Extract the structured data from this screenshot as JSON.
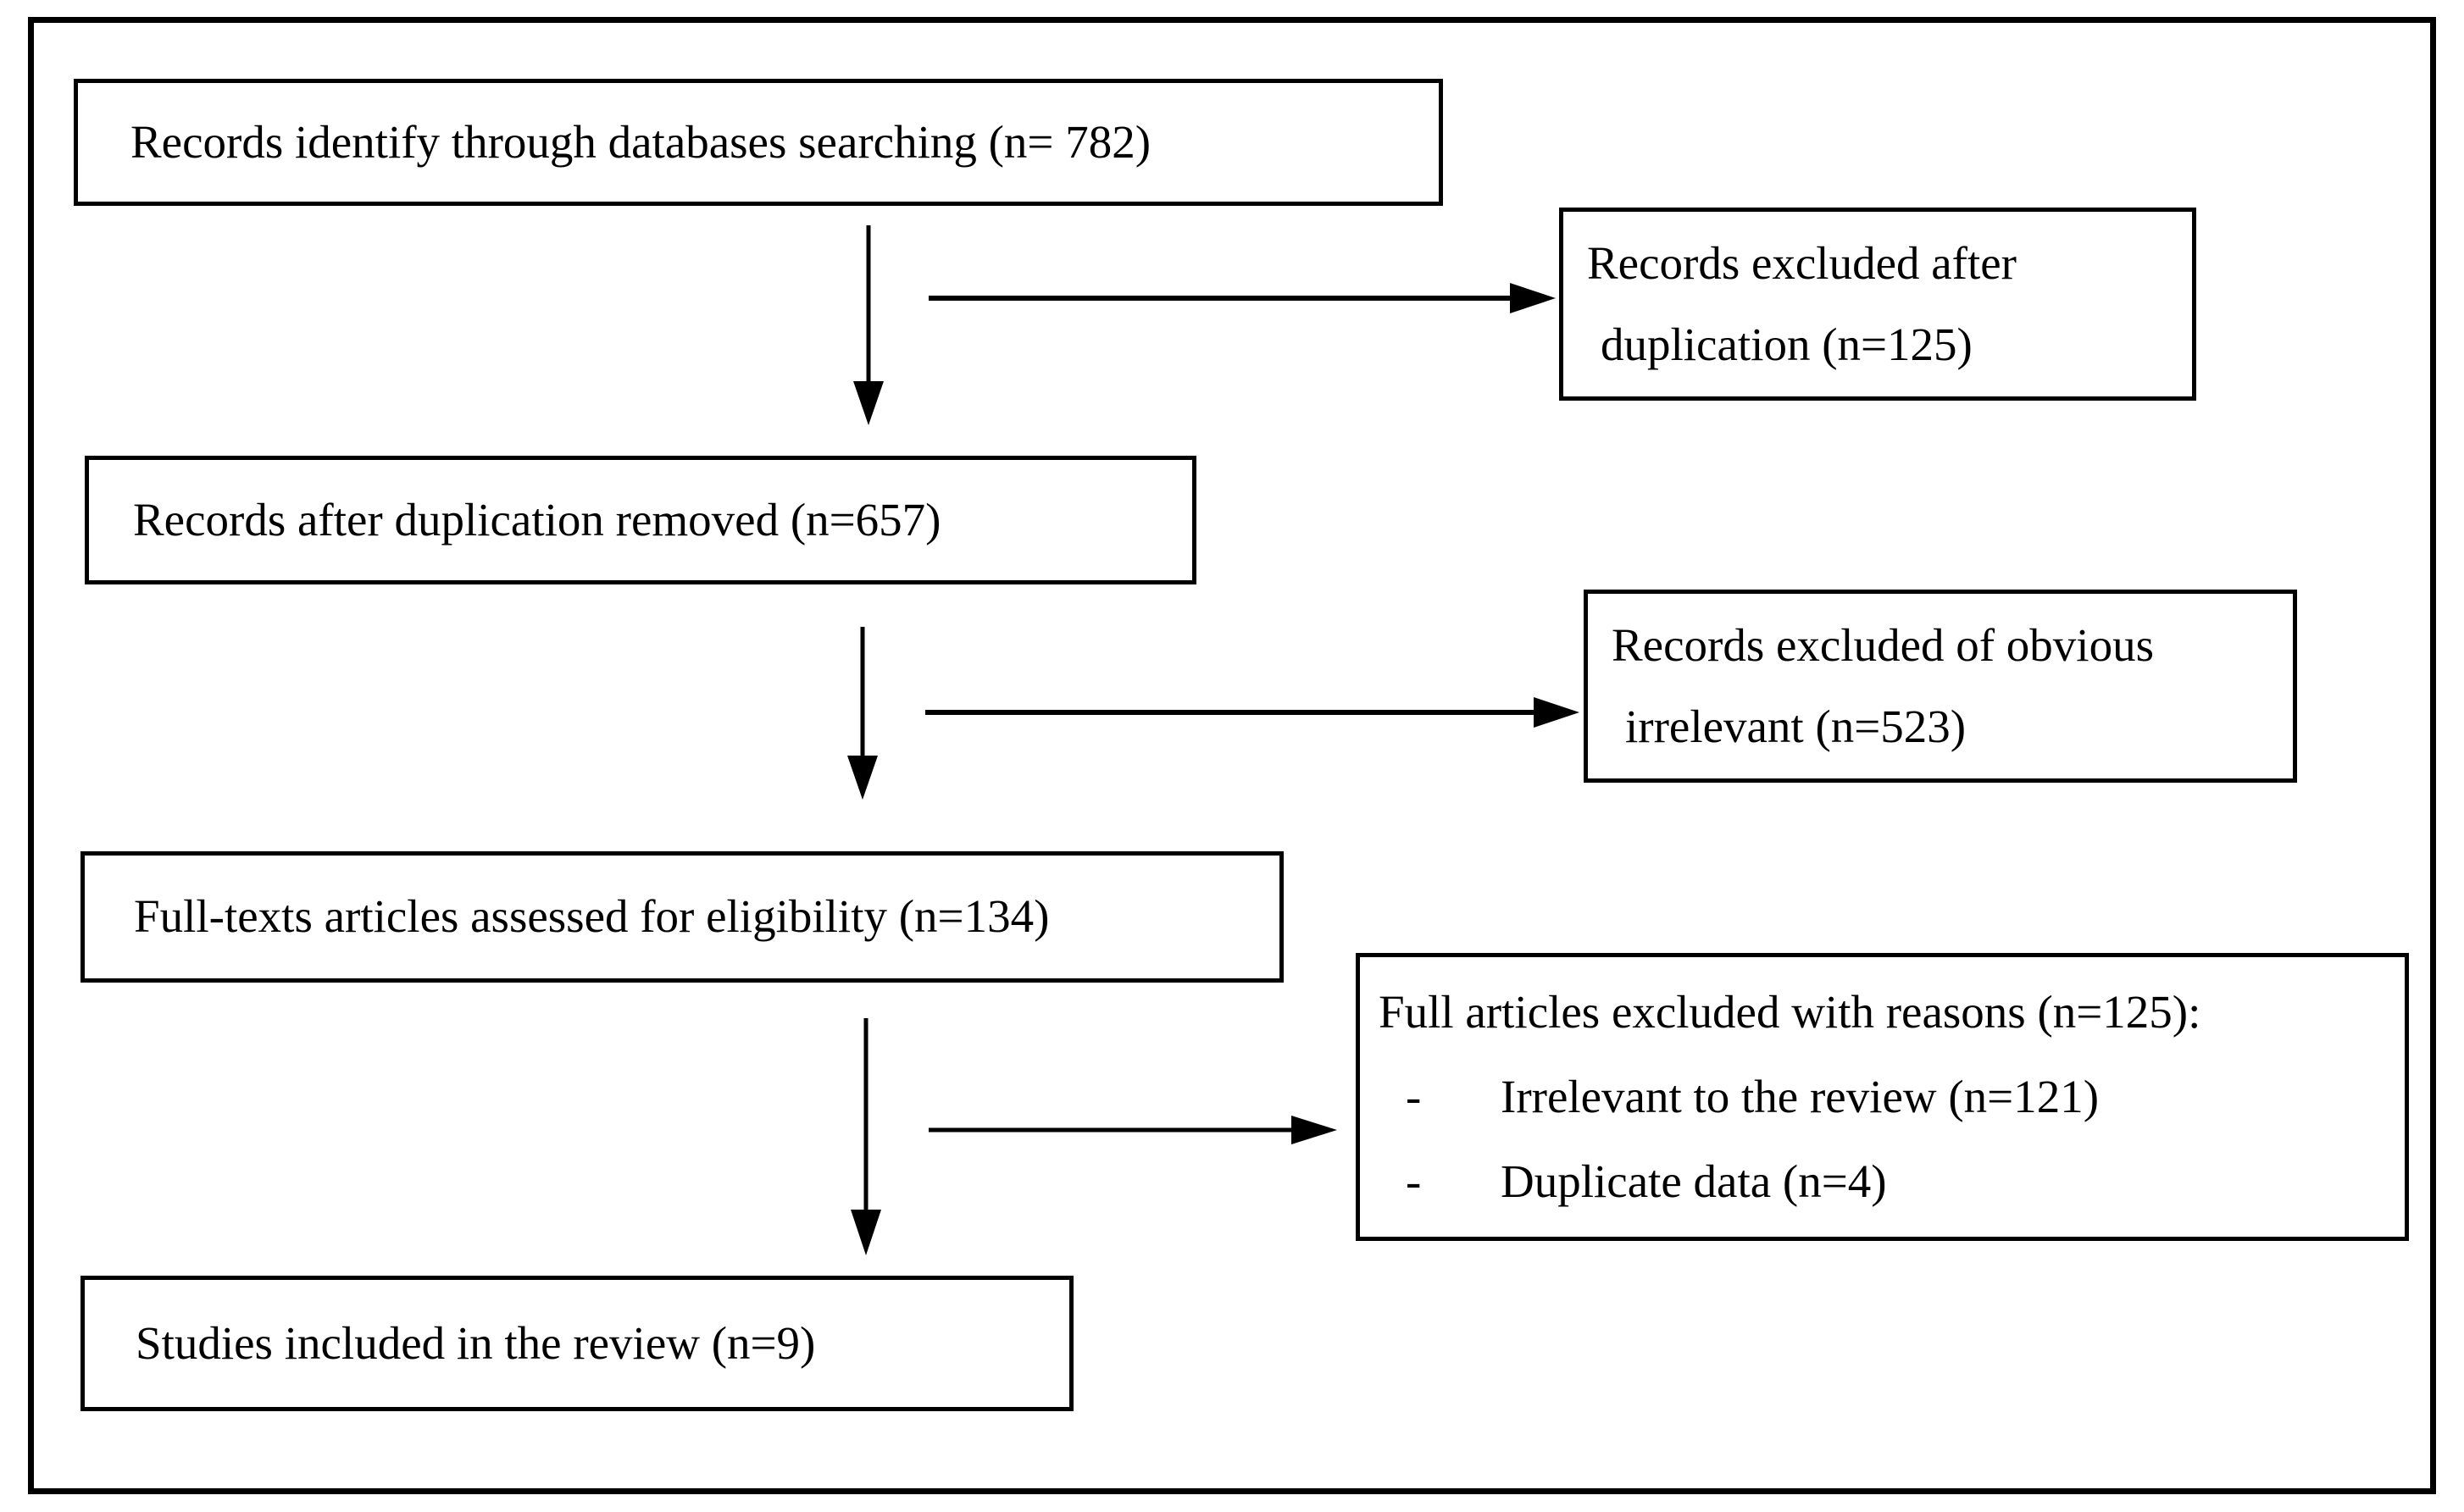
{
  "figure": {
    "type": "flowchart",
    "colors": {
      "border": "#000000",
      "background": "#ffffff",
      "text": "#000000"
    },
    "boxes": {
      "records_identified": {
        "label": "Records identify through databases searching (n= 782)"
      },
      "records_excluded_duplication": {
        "lines": [
          "Records excluded after",
          "duplication (n=125)"
        ]
      },
      "records_after_duplication": {
        "label": "Records after duplication removed (n=657)"
      },
      "records_excluded_irrelevant": {
        "lines": [
          "Records excluded of obvious",
          "irrelevant (n=523)"
        ]
      },
      "fulltext_assessed": {
        "label": "Full-texts articles assessed for eligibility (n=134)"
      },
      "fulltext_excluded": {
        "title": "Full articles excluded with reasons (n=125):",
        "bullet_char": "-",
        "items": [
          "Irrelevant to the review (n=121)",
          "Duplicate data (n=4)"
        ]
      },
      "studies_included": {
        "label": "Studies included in the review (n=9)"
      }
    }
  }
}
